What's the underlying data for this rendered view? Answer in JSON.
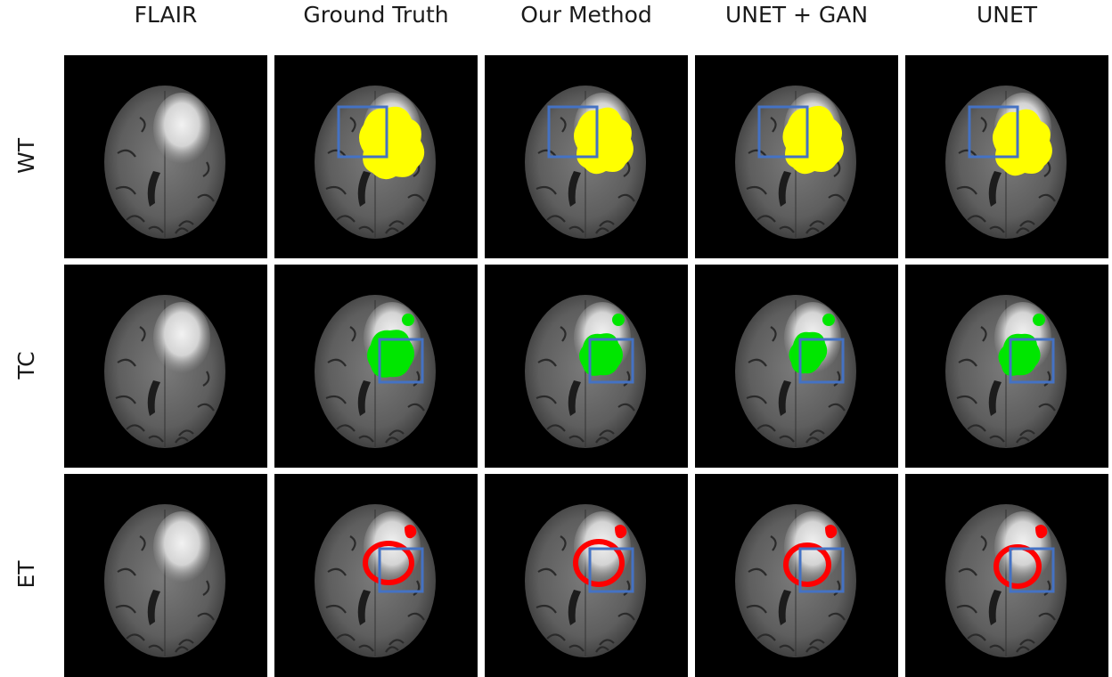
{
  "columns": [
    "FLAIR",
    "Ground Truth",
    "Our Method",
    "UNET + GAN",
    "UNET"
  ],
  "rows": [
    "WT",
    "TC",
    "ET"
  ],
  "colors": {
    "wt_mask": "#ffff00",
    "tc_mask": "#00e600",
    "et_mask": "#ff0000",
    "highlight_box": "#4472c4",
    "background": "#000000"
  }
}
